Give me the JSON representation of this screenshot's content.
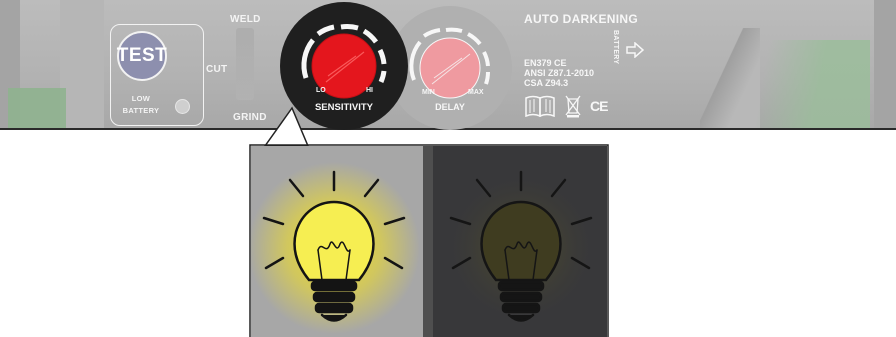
{
  "panel": {
    "test_button": "TEST",
    "low_battery": [
      "LOW",
      "BATTERY"
    ],
    "modes": {
      "weld": "WELD",
      "cut": "CUT",
      "grind": "GRIND"
    },
    "sensitivity": {
      "label": "SENSITIVITY",
      "min": "LO",
      "max": "HI"
    },
    "delay": {
      "label": "DELAY",
      "min": "MIN",
      "max": "MAX"
    },
    "auto_darkening": "AUTO DARKENING",
    "battery": "BATTERY",
    "standards": [
      "EN379 CE",
      "ANSI Z87.1-2010",
      "CSA Z94.3"
    ],
    "ce_mark": "CE"
  },
  "illustration": {
    "bright_side": "light-on",
    "dark_side": "light-dimmed",
    "icon": "light-bulb-icon"
  },
  "colors": {
    "sensitivity_knob": "#e4161d",
    "delay_knob": "#ef9aa0",
    "bulb_bright": "#f6ee52",
    "glow": "#f2e024",
    "test_button": "#8d8fae",
    "panel": "#b5b5b5",
    "dark_bg": "#38383a"
  }
}
